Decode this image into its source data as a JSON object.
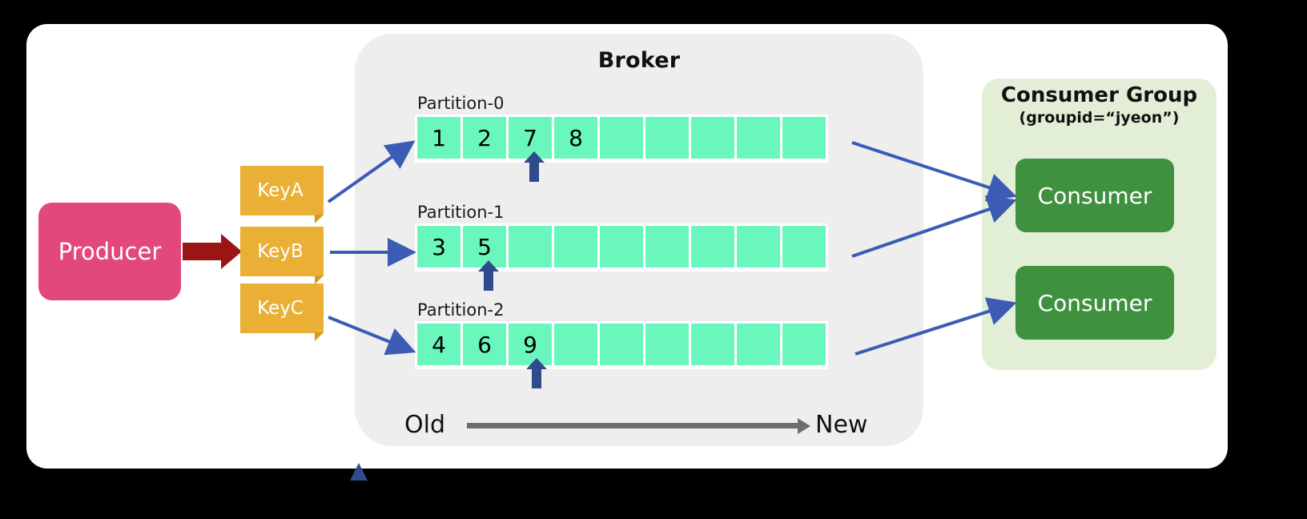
{
  "diagram": {
    "title_broker": "Broker",
    "producer_label": "Producer",
    "keys": [
      {
        "label": "KeyA"
      },
      {
        "label": "KeyB"
      },
      {
        "label": "KeyC"
      }
    ],
    "partitions": [
      {
        "label": "Partition-0",
        "cells": [
          "1",
          "2",
          "7",
          "8",
          "",
          "",
          "",
          "",
          ""
        ],
        "cell_count": 9,
        "committed_offset_index": 2
      },
      {
        "label": "Partition-1",
        "cells": [
          "3",
          "5",
          "",
          "",
          "",
          "",
          "",
          "",
          ""
        ],
        "cell_count": 9,
        "committed_offset_index": 1
      },
      {
        "label": "Partition-2",
        "cells": [
          "4",
          "6",
          "9",
          "",
          "",
          "",
          "",
          "",
          ""
        ],
        "cell_count": 9,
        "committed_offset_index": 2
      }
    ],
    "axis": {
      "left_label": "Old",
      "right_label": "New"
    },
    "consumer_group": {
      "title": "Consumer Group",
      "subtitle": "(groupid=“jyeon”)",
      "consumers": [
        {
          "label": "Consumer"
        },
        {
          "label": "Consumer"
        }
      ]
    },
    "colors": {
      "background": "#000000",
      "card": "#ffffff",
      "broker_panel": "#eeeeee",
      "producer": "#e2487c",
      "producer_arrow": "#9c1515",
      "key_box": "#eab035",
      "partition_cell": "#69f7bd",
      "offset_pointer": "#2f4b8e",
      "flow_arrow": "#3b5bb5",
      "consumer_group_panel": "#e3eed6",
      "consumer": "#3f9140",
      "axis_line": "#6e6e6e"
    }
  }
}
